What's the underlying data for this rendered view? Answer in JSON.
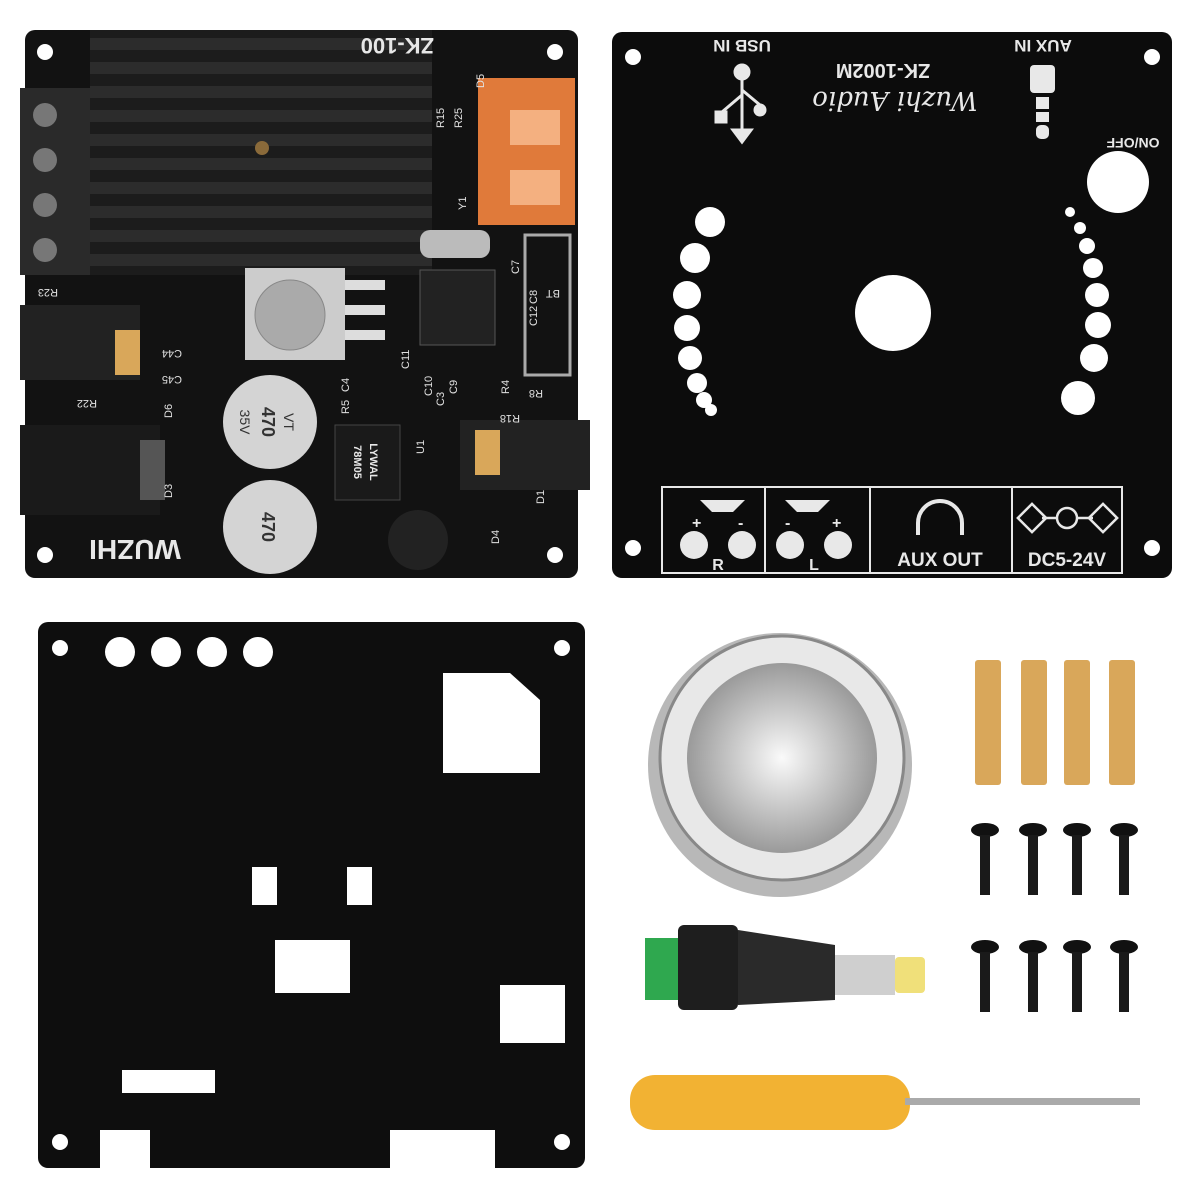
{
  "amplifier_board": {
    "model_text": "ZK-100",
    "brand_text": "WUZHI",
    "capacitor_text": [
      "470",
      "35V",
      "VT"
    ],
    "regulator_text": [
      "78M05",
      "LYWAL"
    ],
    "labels": [
      "R23",
      "R22",
      "C44",
      "C45",
      "D6",
      "D3",
      "D4",
      "D1",
      "D5",
      "R15",
      "R25",
      "Y1",
      "BT",
      "C7",
      "C8",
      "C12",
      "U1",
      "R5",
      "C4",
      "R4",
      "R8",
      "R18",
      "C11",
      "C10",
      "C3",
      "C9"
    ]
  },
  "front_panel": {
    "usb_label": "USB IN",
    "aux_in_label": "AUX IN",
    "model": "ZK-1002M",
    "brand_script": "Wuzhi Audio",
    "power_label": "ON/OFF",
    "right_channel": "R",
    "left_channel": "L",
    "aux_out_label": "AUX OUT",
    "power_input_label": "DC5-24V",
    "polarity_plus": "+",
    "polarity_minus": "-"
  },
  "colors": {
    "board": "#111111",
    "heatsink": "#1c1c1c",
    "usb_port": "#e07a3a",
    "terminal": "#2a2a2a",
    "brass": "#d9a75a",
    "screwdriver": "#f2b233",
    "dc_green": "#2fa84f"
  }
}
